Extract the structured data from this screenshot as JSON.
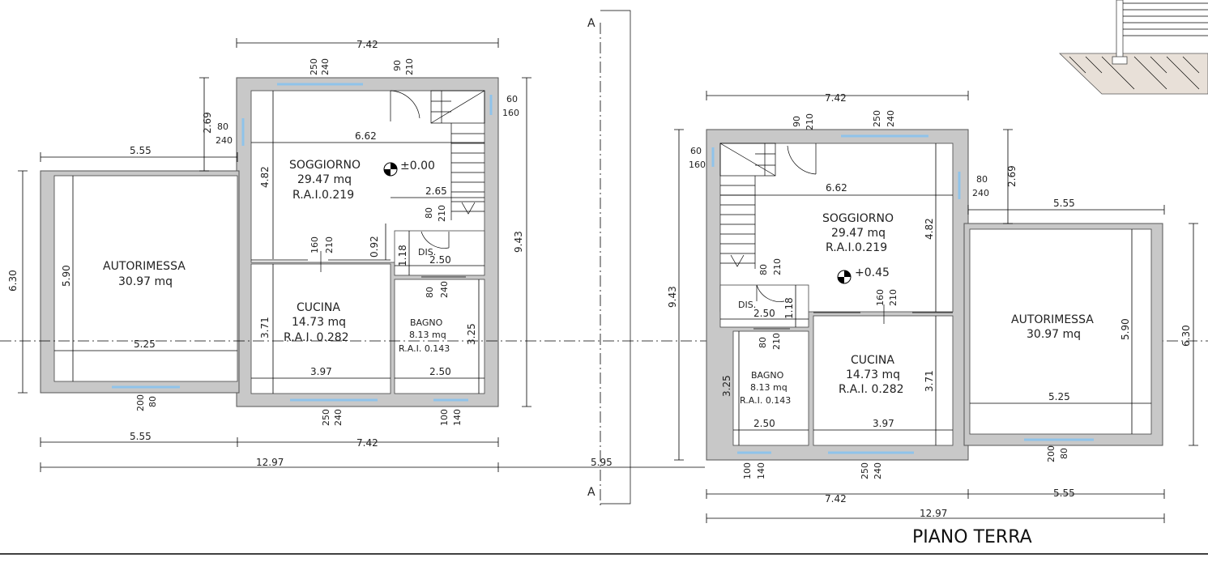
{
  "left_plan": {
    "dims": {
      "top_overall": "7.42",
      "garage_top": "5.55",
      "bottom_left": "5.55",
      "bottom_right": "7.42",
      "total": "12.97",
      "left_height": "6.30",
      "right_height": "9.43",
      "garage_upper_step": "2.69",
      "living_width": "6.62",
      "living_height": "4.82",
      "stair_width": "2.65",
      "garage_inner_height": "5.90",
      "garage_inner_width": "5.25",
      "kitchen_width": "3.97",
      "kitchen_height": "3.71",
      "bath_width": "2.50",
      "bath_height": "3.25",
      "dis_width": "2.50",
      "dis_height": "1.18",
      "dis_door_gap": "0.92"
    },
    "openings": {
      "top_window": [
        "250",
        "240"
      ],
      "top_door": [
        "90",
        "210"
      ],
      "right_window": [
        "60",
        "160"
      ],
      "left_window": [
        "80",
        "240"
      ],
      "internal_door": [
        "160",
        "210"
      ],
      "dis_door": [
        "80",
        "210"
      ],
      "bath_door": [
        "80",
        "240"
      ],
      "garage_window": [
        "200",
        "80"
      ],
      "kitchen_window": [
        "250",
        "240"
      ],
      "bath_window": [
        "100",
        "140"
      ]
    },
    "rooms": {
      "soggiorno": {
        "name": "SOGGIORNO",
        "area": "29.47 mq",
        "rai": "R.A.I.0.219",
        "level": "±0.00"
      },
      "autorimessa": {
        "name": "AUTORIMESSA",
        "area": "30.97 mq"
      },
      "cucina": {
        "name": "CUCINA",
        "area": "14.73 mq",
        "rai": "R.A.I. 0.282"
      },
      "bagno": {
        "name": "BAGNO",
        "area": "8.13 mq",
        "rai": "R.A.I. 0.143"
      },
      "dis": {
        "name": "DIS."
      }
    }
  },
  "right_plan": {
    "dims": {
      "top_overall": "7.42",
      "garage_top": "5.55",
      "bottom_left": "7.42",
      "bottom_right": "5.55",
      "total": "12.97",
      "left_height": "9.43",
      "right_height": "6.30",
      "garage_upper_step": "2.69",
      "living_width": "6.62",
      "living_height": "4.82",
      "garage_inner_height": "5.90",
      "garage_inner_width": "5.25",
      "kitchen_width": "3.97",
      "kitchen_height": "3.71",
      "bath_width": "2.50",
      "bath_height": "3.25",
      "dis_width": "2.50",
      "dis_height": "1.18"
    },
    "openings": {
      "top_door": [
        "90",
        "210"
      ],
      "top_window": [
        "250",
        "240"
      ],
      "left_window": [
        "60",
        "160"
      ],
      "right_window": [
        "80",
        "240"
      ],
      "dis_door": [
        "80",
        "210"
      ],
      "internal_door": [
        "160",
        "210"
      ],
      "bath_door": [
        "80",
        "210"
      ],
      "bath_window": [
        "100",
        "140"
      ],
      "kitchen_window": [
        "250",
        "240"
      ],
      "garage_window": [
        "200",
        "80"
      ]
    },
    "rooms": {
      "soggiorno": {
        "name": "SOGGIORNO",
        "area": "29.47 mq",
        "rai": "R.A.I.0.219",
        "level": "+0.45"
      },
      "autorimessa": {
        "name": "AUTORIMESSA",
        "area": "30.97 mq"
      },
      "cucina": {
        "name": "CUCINA",
        "area": "14.73 mq",
        "rai": "R.A.I. 0.282"
      },
      "bagno": {
        "name": "BAGNO",
        "area": "8.13 mq",
        "rai": "R.A.I. 0.143"
      },
      "dis": {
        "name": "DIS."
      }
    }
  },
  "section": {
    "label_top": "A",
    "label_bottom": "A",
    "gap_dim": "5.95"
  },
  "title": "PIANO TERRA",
  "colors": {
    "wall": "#c8c8c8",
    "window": "#8fc3ea"
  }
}
